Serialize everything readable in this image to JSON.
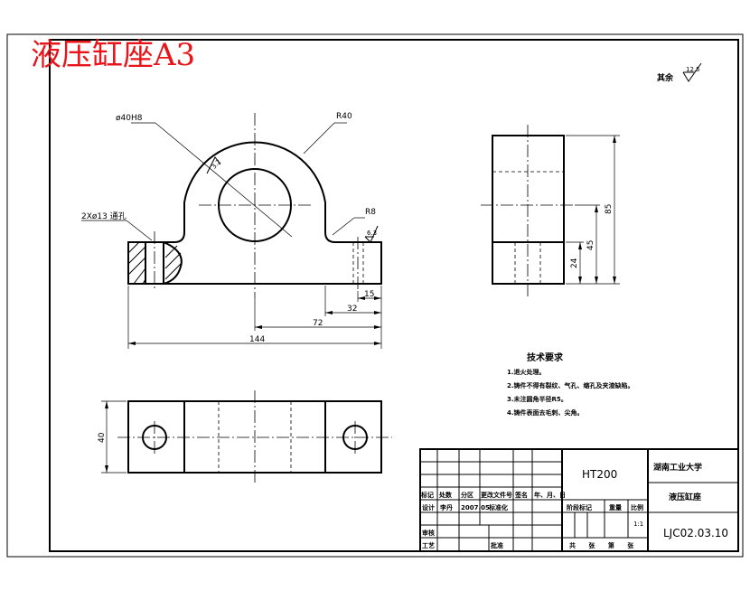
{
  "watermark": "液压缸座A3",
  "surface_note": {
    "label": "其余",
    "value": "12.5"
  },
  "front_view": {
    "hole_callout": "ø40H8",
    "bore_roughness": "3.2",
    "top_radius": "R40",
    "fillet_radius": "R8",
    "side_holes": "2Xø13 通孔",
    "foot_roughness": "6.3",
    "dims": {
      "d15": "15",
      "d32": "32",
      "d72": "72",
      "d144": "144"
    }
  },
  "side_view": {
    "dims": {
      "h85": "85",
      "h45": "45",
      "h24": "24"
    }
  },
  "top_view": {
    "dims": {
      "w40": "40"
    }
  },
  "tech_req": {
    "title": "技术要求",
    "items": [
      "1.退火处理。",
      "2.铸件不得有裂纹、气孔、缩孔及夹渣缺陷。",
      "3.未注圆角半径R5。",
      "4.铸件表面去毛刺、尖角。"
    ]
  },
  "title_block": {
    "material": "HT200",
    "school": "湖南工业大学",
    "part_name": "液压缸座",
    "drawing_no": "LJC02.03.10",
    "scale_label": "比例",
    "scale_value": "1:1",
    "row_headers": [
      "标记",
      "处数",
      "分区",
      "更改文件号",
      "签名",
      "年、月、日"
    ],
    "design_label": "设计",
    "designer": "李丹",
    "date": "2007.05",
    "std_label": "标准化",
    "stage_label": "阶段标记",
    "weight_label": "重量",
    "review_label": "审核",
    "process_label": "工艺",
    "approve_label": "批准",
    "sheets_label": "共 张 第 张"
  }
}
